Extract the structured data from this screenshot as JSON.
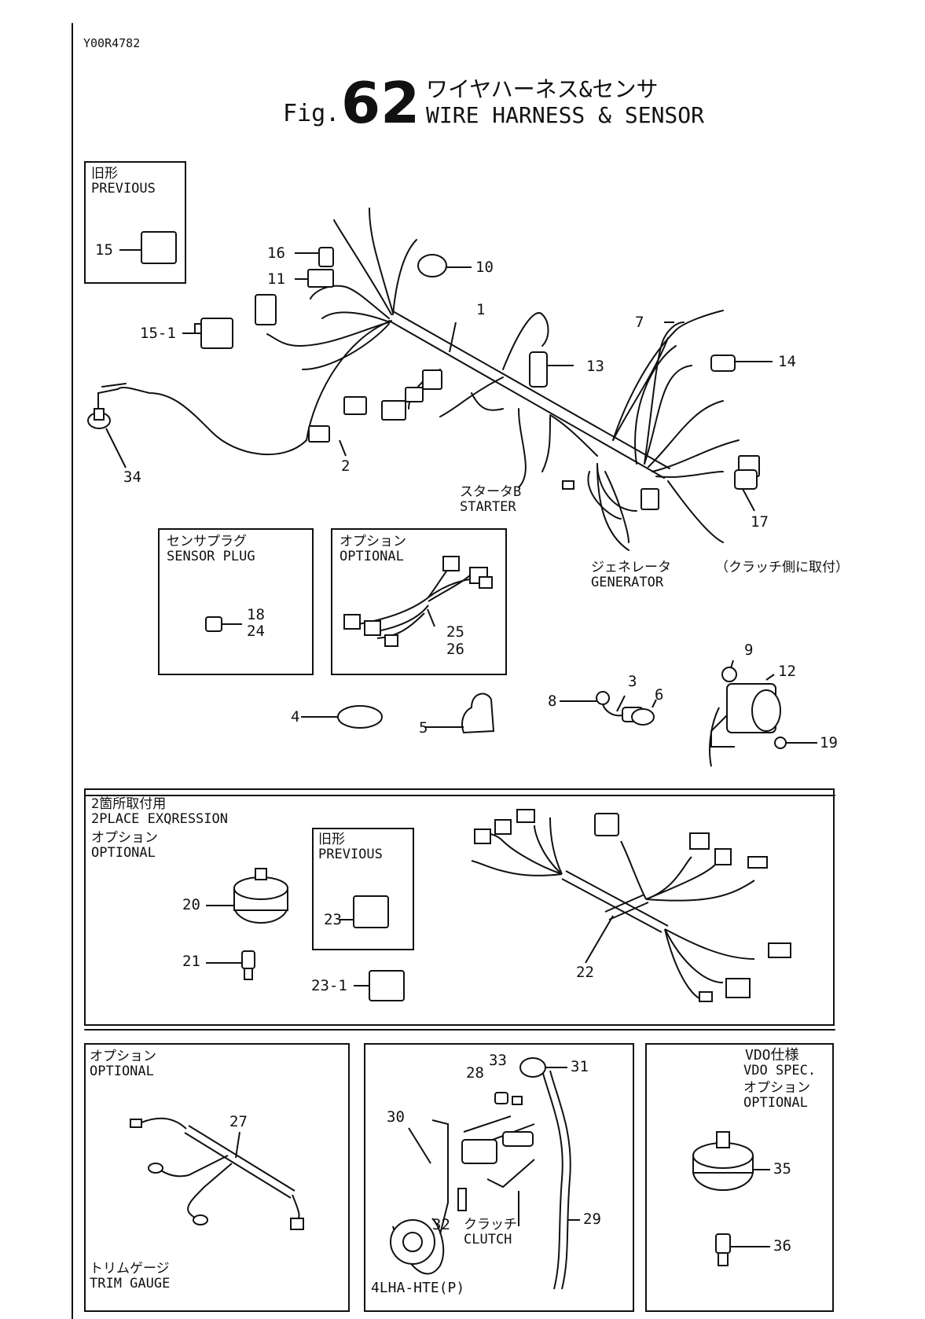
{
  "doc_id": "Y00R4782",
  "figure": {
    "prefix": "Fig.",
    "number": "62",
    "title_jp": "ワイヤハーネス&センサ",
    "title_en": "WIRE HARNESS & SENSOR"
  },
  "captions": {
    "previous_1": [
      "旧形",
      "PREVIOUS"
    ],
    "sensor_plug": [
      "センサプラグ",
      "SENSOR PLUG"
    ],
    "optional_1": [
      "オプション",
      "OPTIONAL"
    ],
    "starter": [
      "スタータB",
      "STARTER"
    ],
    "generator": [
      "ジェネレータ",
      "GENERATOR"
    ],
    "clutch_side": "（クラッチ側に取付）",
    "two_place": [
      "2箇所取付用",
      "2PLACE EXQRESSION",
      "オプション",
      "OPTIONAL"
    ],
    "previous_2": [
      "旧形",
      "PREVIOUS"
    ],
    "optional_trim": [
      "オプション",
      "OPTIONAL"
    ],
    "trim_gauge": [
      "トリムゲージ",
      "TRIM GAUGE"
    ],
    "clutch": [
      "クラッチ",
      "CLUTCH"
    ],
    "model": "4LHA-HTE(P)",
    "vdo": [
      "VDO仕様",
      "VDO SPEC.",
      "オプション",
      "OPTIONAL"
    ]
  },
  "callouts": [
    "1",
    "2",
    "3",
    "4",
    "5",
    "6",
    "7",
    "8",
    "9",
    "10",
    "11",
    "12",
    "13",
    "14",
    "15",
    "15-1",
    "16",
    "17",
    "18",
    "19",
    "20",
    "21",
    "22",
    "23",
    "23-1",
    "24",
    "25",
    "26",
    "27",
    "28",
    "29",
    "30",
    "31",
    "32",
    "33",
    "34",
    "35",
    "36"
  ]
}
